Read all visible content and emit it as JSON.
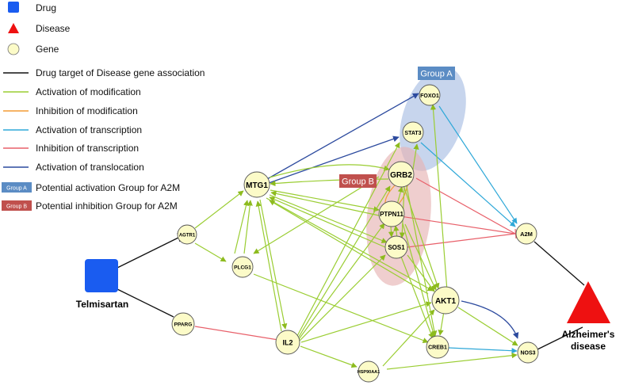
{
  "legend": {
    "drug": "Drug",
    "disease": "Disease",
    "gene": "Gene",
    "lines": [
      {
        "label": "Drug target of Disease gene association",
        "color": "#111111"
      },
      {
        "label": "Activation of modification",
        "color": "#9acd32"
      },
      {
        "label": "Inhibition of modification",
        "color": "#f39c33"
      },
      {
        "label": "Activation of transcription",
        "color": "#2fa8d8"
      },
      {
        "label": "Inhibition of transcription",
        "color": "#e8606a"
      },
      {
        "label": "Activation of translocation",
        "color": "#2c4a9e"
      }
    ],
    "groups": [
      {
        "tag": "Group A",
        "label": "Potential activation Group for A2M",
        "color": "#5b8cc4"
      },
      {
        "tag": "Group B",
        "label": "Potential inhibition Group for A2M",
        "color": "#c0504d"
      }
    ]
  },
  "group_tags": {
    "a": "Group A",
    "b": "Group B"
  },
  "drug": {
    "label": "Telmisartan",
    "color": "#1a5cf0"
  },
  "disease": {
    "label_line1": "Alzheimer's",
    "label_line2": "disease",
    "color": "#ee1111"
  },
  "genes": {
    "foxo1": "FOXO1",
    "stat3": "STAT3",
    "grb2": "GRB2",
    "mtg1": "MTG1",
    "ptpn11": "PTPN11",
    "sos1": "SOS1",
    "a2m": "A2M",
    "agtr1": "AGTR1",
    "plcg1": "PLCG1",
    "akt1": "AKT1",
    "pparg": "PPARG",
    "il2": "IL2",
    "creb1": "CREB1",
    "nos3": "NOS3",
    "hsp90aa1": "HSP90AA1"
  }
}
